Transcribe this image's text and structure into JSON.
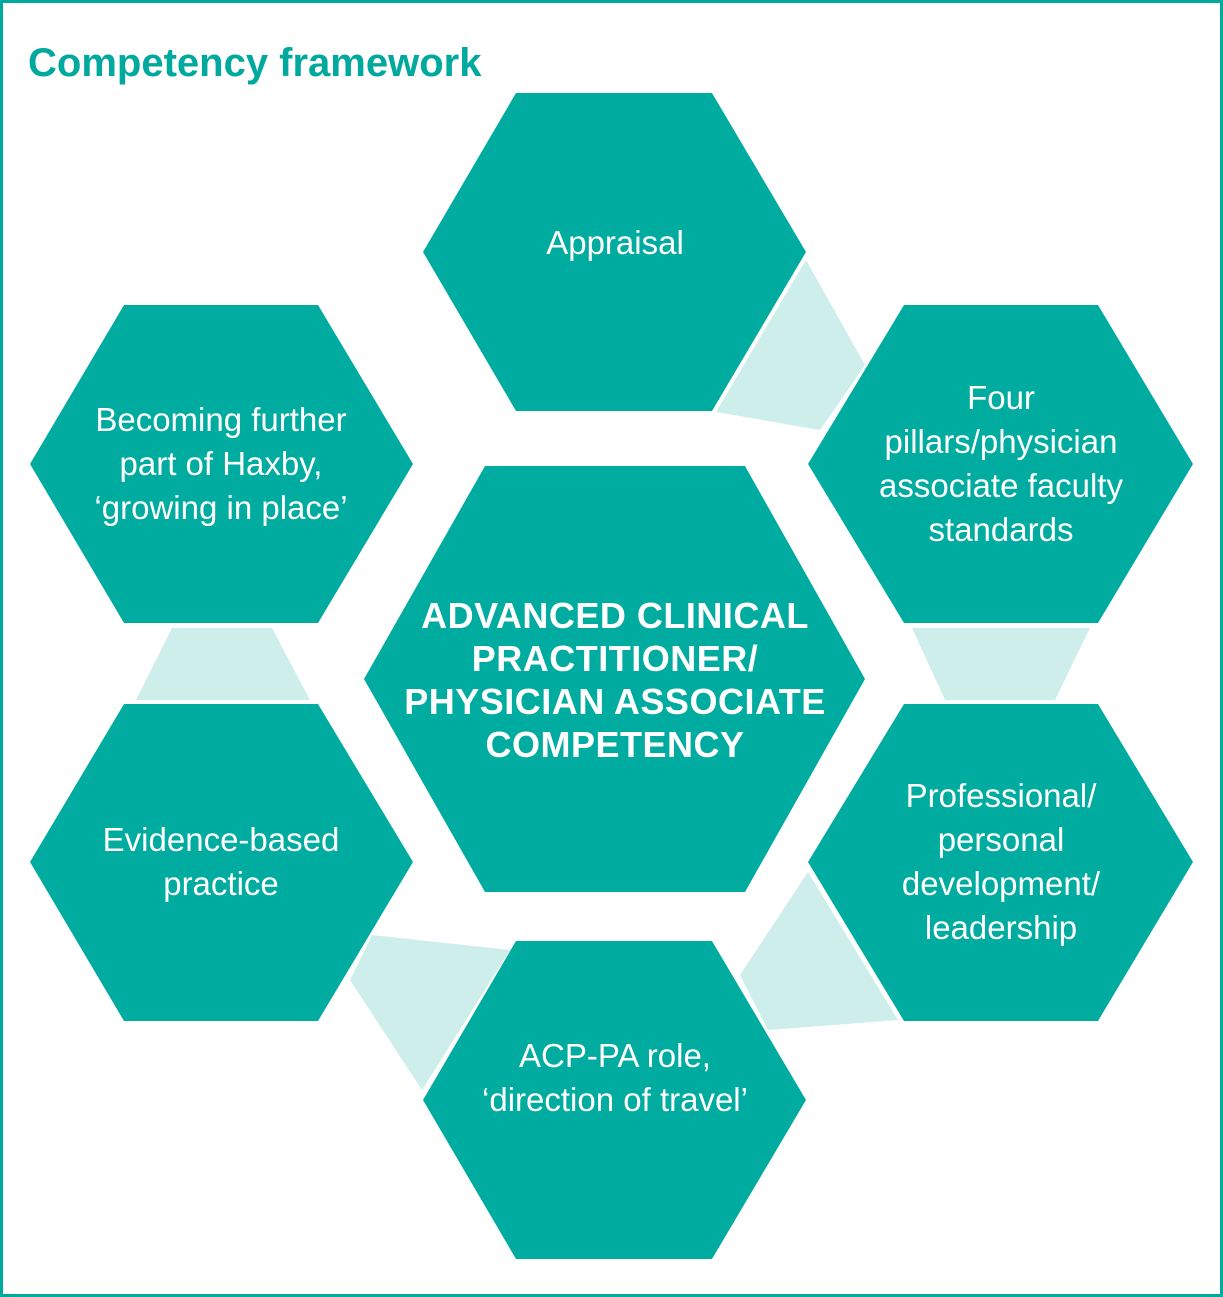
{
  "title": "Competency framework",
  "colors": {
    "accent": "#00a99d",
    "hex_fill": "#00aba0",
    "connector": "#cdeeeb",
    "text_on_hex": "#ffffff"
  },
  "center": {
    "label": "ADVANCED CLINICAL PRACTITIONER/ PHYSICIAN ASSOCIATE COMPETENCY"
  },
  "nodes": [
    {
      "id": "appraisal",
      "label": "Appraisal"
    },
    {
      "id": "four-pillars",
      "label": "Four pillars/physician associate faculty standards"
    },
    {
      "id": "professional-development",
      "label": "Professional/ personal development/ leadership"
    },
    {
      "id": "acp-pa-role",
      "label": "ACP-PA role, ‘direction of travel’"
    },
    {
      "id": "evidence-based-practice",
      "label": "Evidence-based practice"
    },
    {
      "id": "becoming-part-of-haxby",
      "label": "Becoming further part of Haxby, ‘growing in place’"
    }
  ]
}
